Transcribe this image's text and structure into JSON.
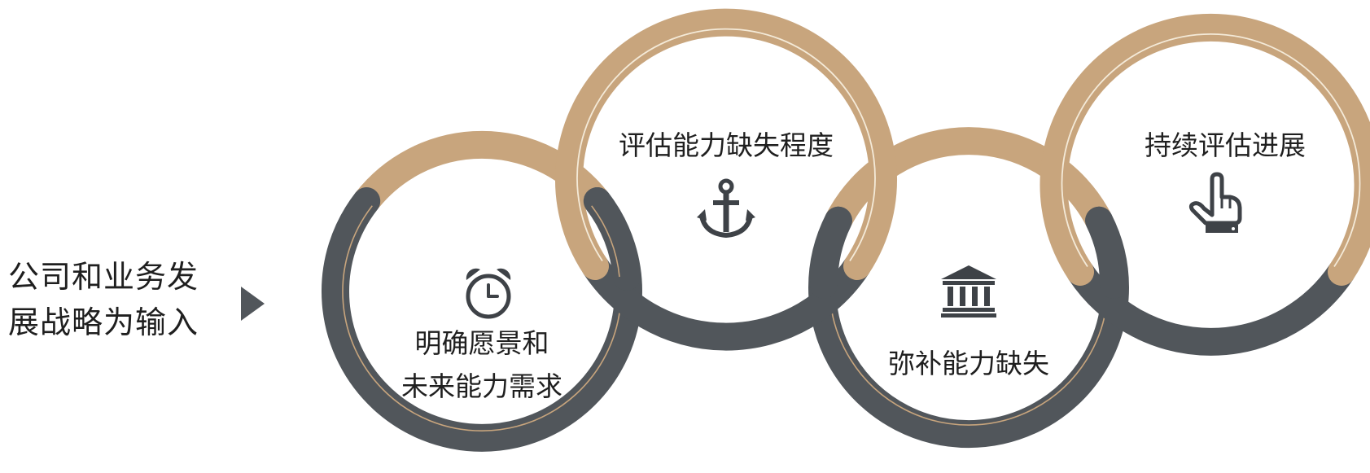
{
  "input": {
    "line1": "公司和业务发",
    "line2": "展战略为输入"
  },
  "steps": [
    {
      "line1": "明确愿景和",
      "line2": "未来能力需求",
      "icon": "alarm-clock-icon"
    },
    {
      "line1": "评估能力缺失程度",
      "icon": "anchor-icon"
    },
    {
      "line1": "弥补能力缺失",
      "icon": "bank-building-icon"
    },
    {
      "line1": "持续评估进展",
      "icon": "pointing-hand-icon"
    }
  ],
  "colors": {
    "tan": "#c8a57d",
    "dark": "#51565b",
    "text": "#1f1f1f"
  }
}
